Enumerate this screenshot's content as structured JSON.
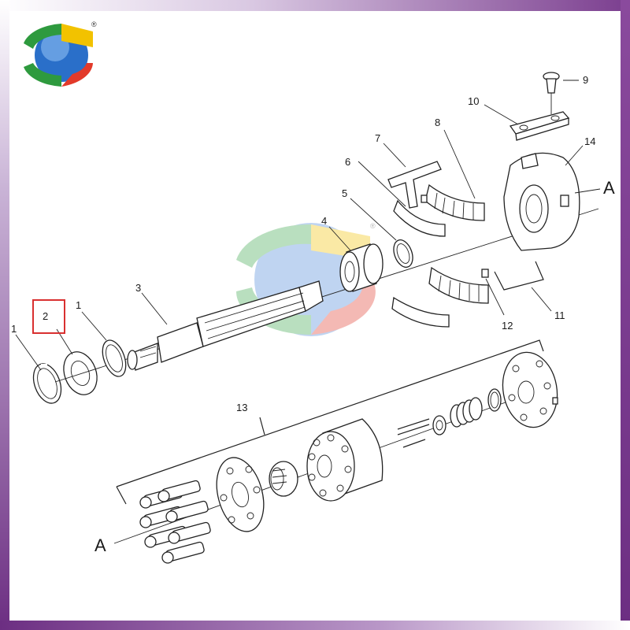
{
  "callouts": {
    "c1a": "1",
    "c2": "2",
    "c1b": "1",
    "c3": "3",
    "c4": "4",
    "c5": "5",
    "c6": "6",
    "c7": "7",
    "c8": "8",
    "c9": "9",
    "c10": "10",
    "c11": "11",
    "c12": "12",
    "c13": "13",
    "c14": "14",
    "a_top": "A",
    "a_bottom": "A"
  },
  "logo": {
    "registered_mark": "®",
    "watermark_mark": "®"
  },
  "highlight": {
    "color": "#d93030"
  },
  "colors": {
    "frame": "#6c2e82",
    "logo_green": "#2e9a3e",
    "logo_yellow": "#f2c200",
    "logo_red": "#e23a2a",
    "logo_blue": "#2a6fc9"
  }
}
